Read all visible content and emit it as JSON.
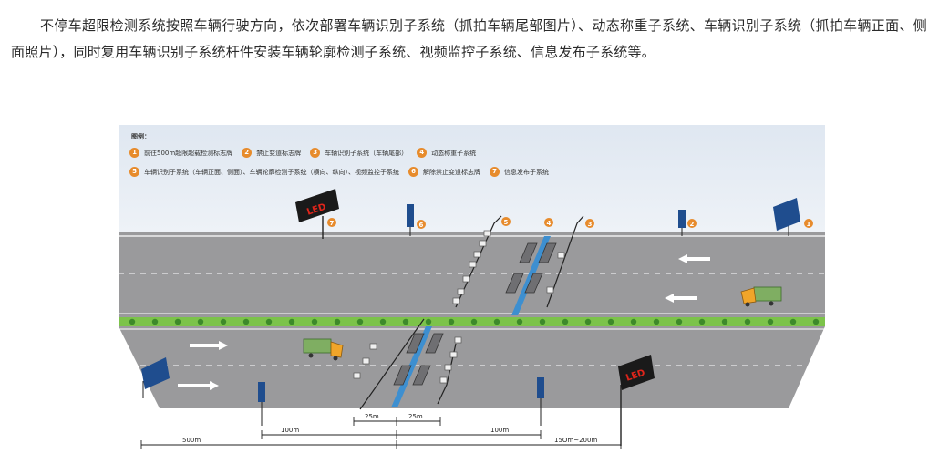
{
  "paragraph": "不停车超限检测系统按照车辆行驶方向，依次部署车辆识别子系统（抓拍车辆尾部图片）、动态称重子系统、车辆识别子系统（抓拍车辆正面、侧面照片），同时复用车辆识别子系统杆件安装车辆轮廓检测子系统、视频监控子系统、信息发布子系统等。",
  "legend": {
    "title": "图例：",
    "items": [
      {
        "num": "1",
        "label": "前往500m超限超载检测标志牌"
      },
      {
        "num": "2",
        "label": "禁止变道标志牌"
      },
      {
        "num": "3",
        "label": "车辆识别子系统（车辆尾部）"
      },
      {
        "num": "4",
        "label": "动态称重子系统"
      },
      {
        "num": "5",
        "label": "车辆识别子系统（车辆正面、侧面）、车辆轮廓检测子系统（横向、纵向）、视频监控子系统"
      },
      {
        "num": "6",
        "label": "解除禁止变道标志牌"
      },
      {
        "num": "7",
        "label": "信息发布子系统"
      }
    ]
  },
  "led_text": "LED",
  "dimensions": {
    "d25a": "25m",
    "d25b": "25m",
    "d100a": "100m",
    "d100b": "100m",
    "d500": "500m",
    "d150": "15Om~200m"
  },
  "colors": {
    "road": "#9a9a9c",
    "median": "#7cc34a",
    "scale": "#3d8fd0",
    "marker": "#e78b2c",
    "sign": "#1f4d8e"
  }
}
